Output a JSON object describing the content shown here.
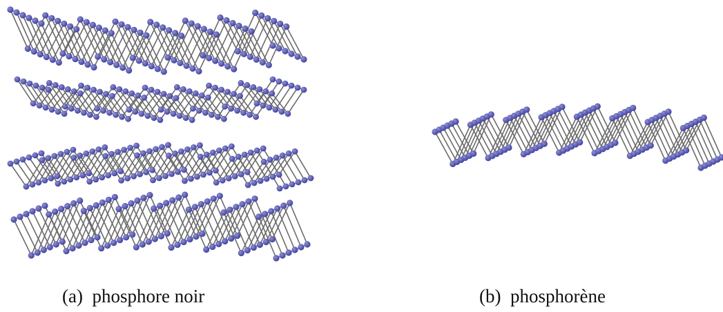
{
  "colors": {
    "atom": "#3d3d9a",
    "atom_highlight": "#8f8fd6",
    "bond": "#6b6b6b",
    "background": "#ffffff",
    "caption": "#111111"
  },
  "panels": [
    {
      "id": "a",
      "caption": "(a)  phosphore noir",
      "layer_count": 4
    },
    {
      "id": "b",
      "caption": "(b)  phosphorène",
      "layer_count": 1
    }
  ]
}
